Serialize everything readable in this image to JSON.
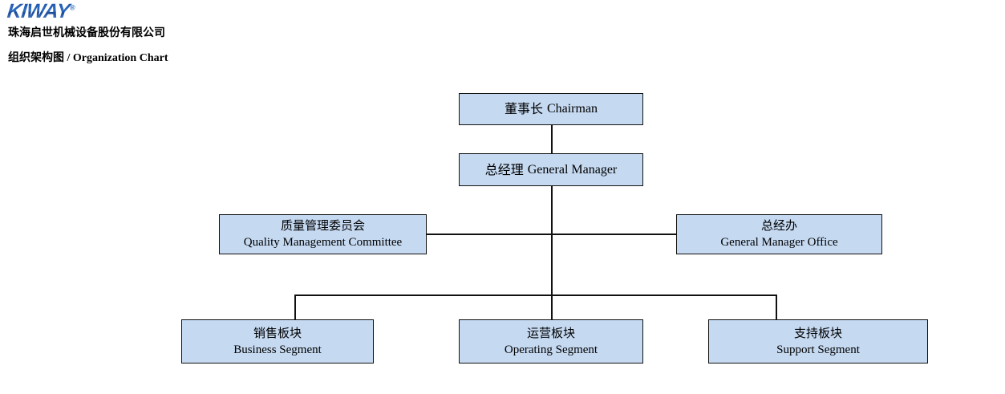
{
  "header": {
    "logo_text": "KIWAY",
    "logo_trademark": "®",
    "company_name": "珠海启世机械设备股份有限公司",
    "chart_title_cn": "组织架构图",
    "chart_title_sep": " / ",
    "chart_title_en": "Organization Chart",
    "logo_color": "#1f4fa0"
  },
  "chart": {
    "node_fill": "#c5d9f1",
    "node_border": "#111111",
    "connector_color": "#111111",
    "nodes": {
      "chairman": {
        "cn": "董事长",
        "en": "Chairman"
      },
      "general_manager": {
        "cn": "总经理",
        "en": "General Manager"
      },
      "quality": {
        "cn": "质量管理委员会",
        "en": "Quality Management Committee"
      },
      "gm_office": {
        "cn": "总经办",
        "en": "General Manager Office"
      },
      "business": {
        "cn": "销售板块",
        "en": "Business Segment"
      },
      "operating": {
        "cn": "运营板块",
        "en": "Operating Segment"
      },
      "support": {
        "cn": "支持板块",
        "en": "Support Segment"
      }
    }
  }
}
